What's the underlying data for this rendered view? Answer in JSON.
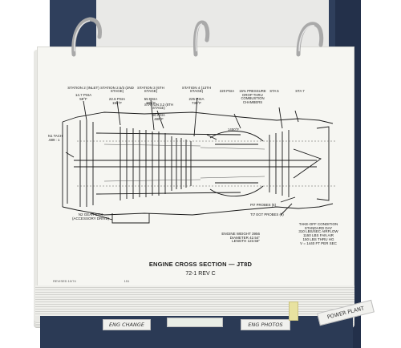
{
  "diagram": {
    "stations": [
      {
        "title": "STATION 2 (INLET)",
        "values": "14.7 PSIA\n59°F"
      },
      {
        "title": "STATION 2.5/3 (2ND STAGE)",
        "values": "22.6 PSIA\n155°F"
      },
      {
        "title": "STATION 3 (6TH STAGE)",
        "values": "55 PSIA\n385°F"
      },
      {
        "title": "STATION 4 (13TH STAGE)",
        "values": "225 PSIA\n730°F"
      },
      {
        "title": "STATION 3.2 (8TH STAGE)",
        "values": "90 PSIA\n480°F"
      }
    ],
    "callouts": {
      "n1_tach": "N1 TACH\n.689 : 1",
      "n2_gear_box": "N2 GEAR BOX\n(ACCESSORY DRIVE)",
      "combustion": "15% PRESSURE\nDROP THRU\nCOMBUSTION\nCHAMBERS",
      "psia_220": "220 PSIA",
      "temp_1450": "1450°F",
      "sta_5": "STA 5",
      "sta_7": "STA 7",
      "pt7_probes": "Pt7 PROBES (6)",
      "tt7_egt": "Tt7 EGT PROBES (8)"
    },
    "engine_specs": "ENGINE  WEIGHT  3956\nDIAMETER  42.54\"\nLENGTH  123.56\"",
    "takeoff": "TAKE-OFF CONDITION\nSTANDARD DAY\n310 LBS/SEC AIRFLOW\n1160 LBS FAN AIR\n150 LBS THRU HG\nV = 1440 FT PER SEC",
    "caption": "ENGINE CROSS SECTION — JT8D",
    "revision": "72-1  REV C",
    "footer_left": "REVISED 10/74",
    "footer_page": "151"
  },
  "tabs": {
    "eng_change": "ENG CHANGE",
    "eng_photos": "ENG PHOTOS",
    "power_plant": "POWER PLANT"
  },
  "colors": {
    "binder": "#2f3f5c",
    "paper": "#f6f6f2",
    "ink": "#1a1a1a",
    "ring": "#b9b9b9"
  }
}
